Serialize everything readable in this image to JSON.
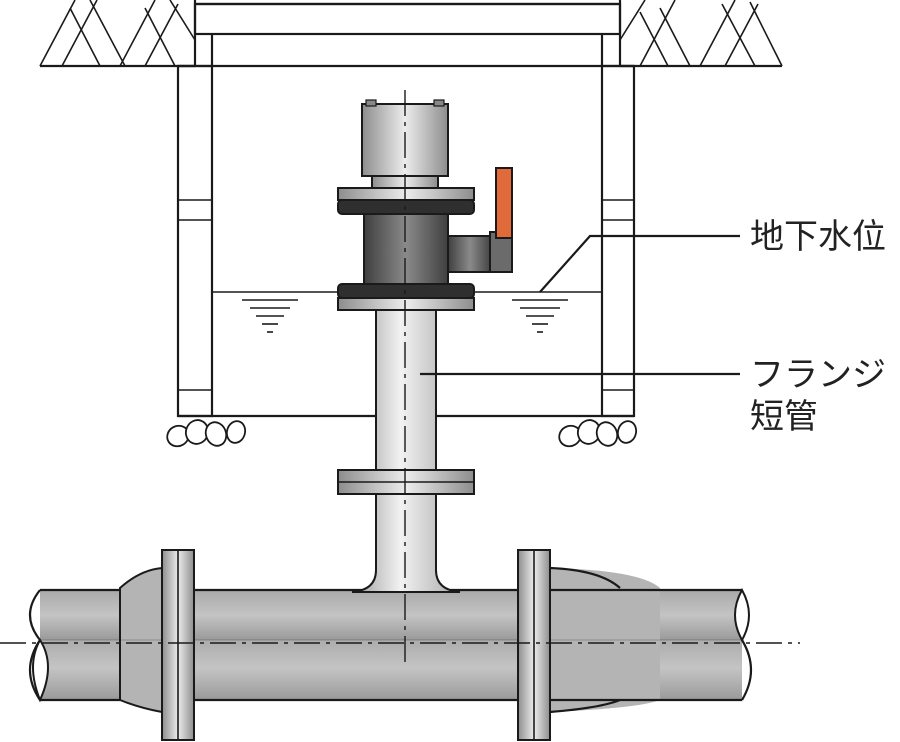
{
  "labels": {
    "groundwater_level": "地下水位",
    "flange_short_pipe_line1": "フランジ",
    "flange_short_pipe_line2": "短管"
  },
  "colors": {
    "valve_handle": "#e06a3a",
    "pipe_gray": "#bdbdbd",
    "valve_body_dark": "#555555",
    "outline": "#1a1a1a"
  },
  "icons": [
    "ground-hatch-icon",
    "water-level-symbol-icon",
    "gravel-stones-icon",
    "ball-valve-handle-icon"
  ]
}
